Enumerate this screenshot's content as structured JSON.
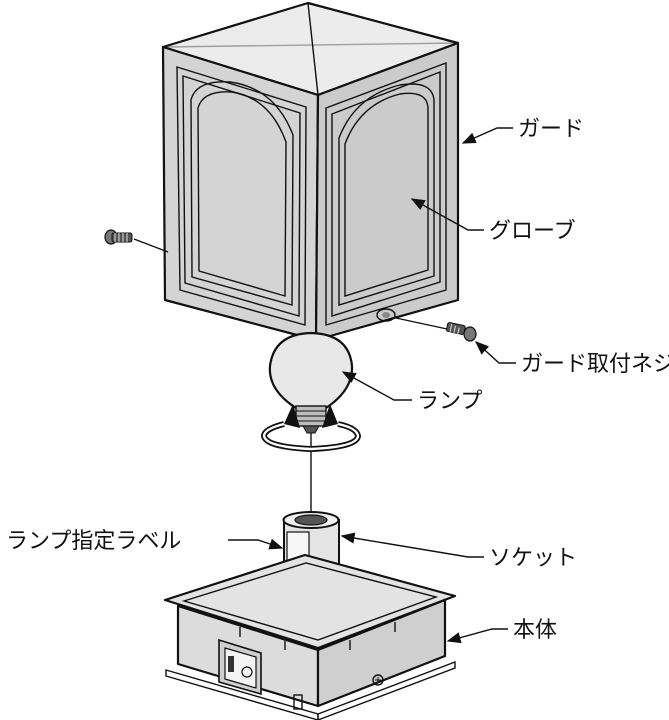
{
  "labels": {
    "guard": "ガード",
    "globe": "グローブ",
    "guard_screw": "ガード取付ネジ",
    "lamp": "ランプ",
    "lamp_label": "ランプ指定ラベル",
    "socket": "ソケット",
    "body": "本体"
  },
  "colors": {
    "line": "#111111",
    "guard_face": "#d4d4d4",
    "globe_panel": "#e6e6e6",
    "top_face": "#ececec",
    "base_face": "#e3e3e3"
  },
  "icons": [
    "screw-icon",
    "rotation-arrow-icon",
    "switch-icon"
  ]
}
